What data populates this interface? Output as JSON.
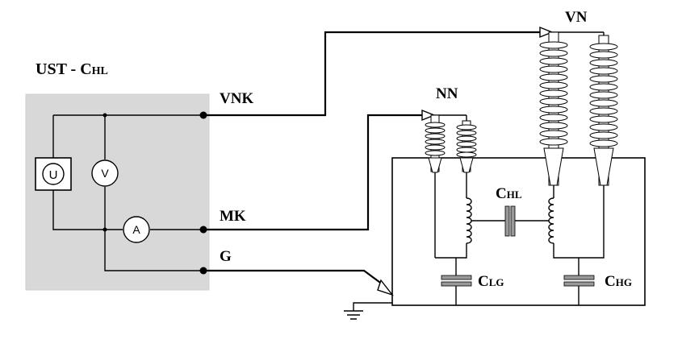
{
  "title": {
    "main": "UST - C",
    "sub": "HL"
  },
  "meter": {
    "u": "U",
    "v": "V",
    "a": "A"
  },
  "terminals": {
    "vnk": "VNK",
    "mk": "MK",
    "g": "G"
  },
  "bushings": {
    "vn": "VN",
    "nn": "NN"
  },
  "capacitors": {
    "chl": {
      "main": "C",
      "sub": "HL"
    },
    "clg": {
      "main": "C",
      "sub": "LG"
    },
    "chg": {
      "main": "C",
      "sub": "HG"
    }
  },
  "colors": {
    "instrument_box": "#d8d8d8",
    "wire": "#000000",
    "capacitor_fill": "#999999"
  }
}
